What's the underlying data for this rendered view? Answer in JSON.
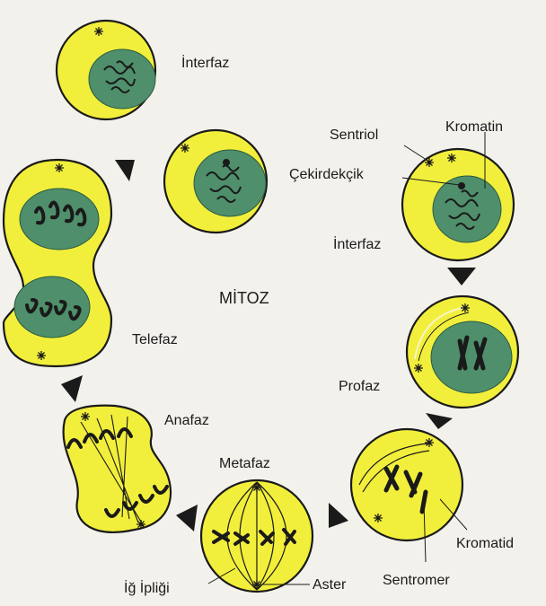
{
  "diagram": {
    "center_title": "MİTOZ",
    "labels": {
      "interfaz_top": "İnterfaz",
      "sentriol": "Sentriol",
      "kromatin": "Kromatin",
      "cekirdekcik": "Çekirdekçik",
      "interfaz_right": "İnterfaz",
      "profaz": "Profaz",
      "kromatid": "Kromatid",
      "sentromer": "Sentromer",
      "metafaz": "Metafaz",
      "aster": "Aster",
      "ig_ipligi": "İğ İpliği",
      "anafaz": "Anafaz",
      "telefaz": "Telefaz"
    },
    "colors": {
      "cell_fill": "#f2ef3c",
      "nucleus_fill": "#4f8f6b",
      "outline": "#1a1a1a",
      "background": "#f3f1ec"
    }
  }
}
